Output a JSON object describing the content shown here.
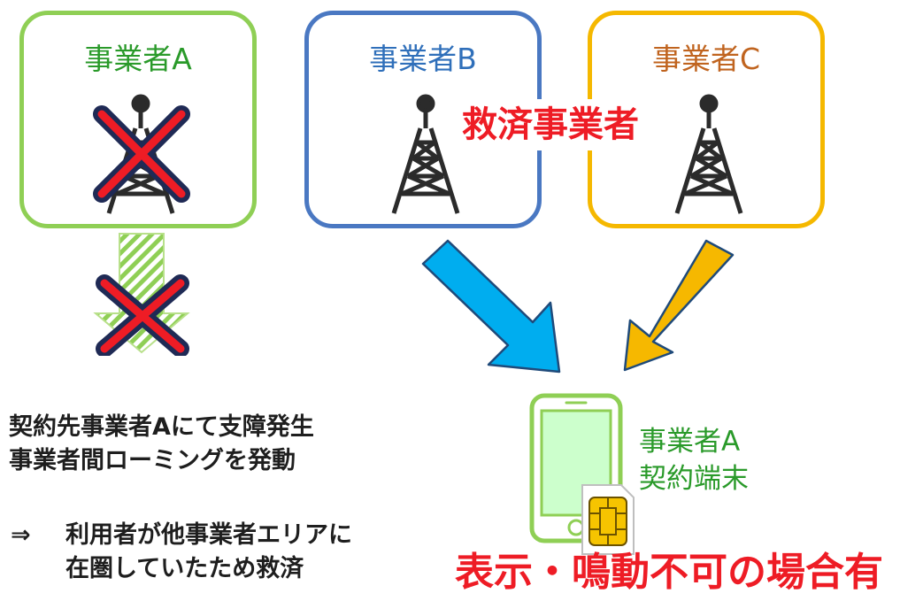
{
  "carriers": [
    {
      "label": "事業者A",
      "color": "#2a9a2a",
      "border": "#8fcf55",
      "status": "failed"
    },
    {
      "label": "事業者B",
      "color": "#2f6fba",
      "border": "#4a78c2",
      "status": "ok"
    },
    {
      "label": "事業者C",
      "color": "#c0641f",
      "border": "#f5b800",
      "status": "ok"
    }
  ],
  "rescue_label": "救済事業者",
  "rescue_color": "#ee1c25",
  "arrow_colors": {
    "from_b": "#00adef",
    "from_c": "#f6b800"
  },
  "notes": {
    "line1": "契約先事業者Aにて支障発生",
    "line2": "事業者間ローミングを発動",
    "result_prefix": "⇒",
    "result_line1": "利用者が他事業者エリアに",
    "result_line2": "在圏していたため救済"
  },
  "device": {
    "line1": "事業者A",
    "line2": "契約端末",
    "color": "#2a9a2a"
  },
  "warning": "表示・鳴動不可の場合有",
  "warning_color": "#ee1c25",
  "icons": [
    "antenna-tower-icon",
    "cross-mark-icon",
    "smartphone-icon",
    "sim-card-icon"
  ]
}
